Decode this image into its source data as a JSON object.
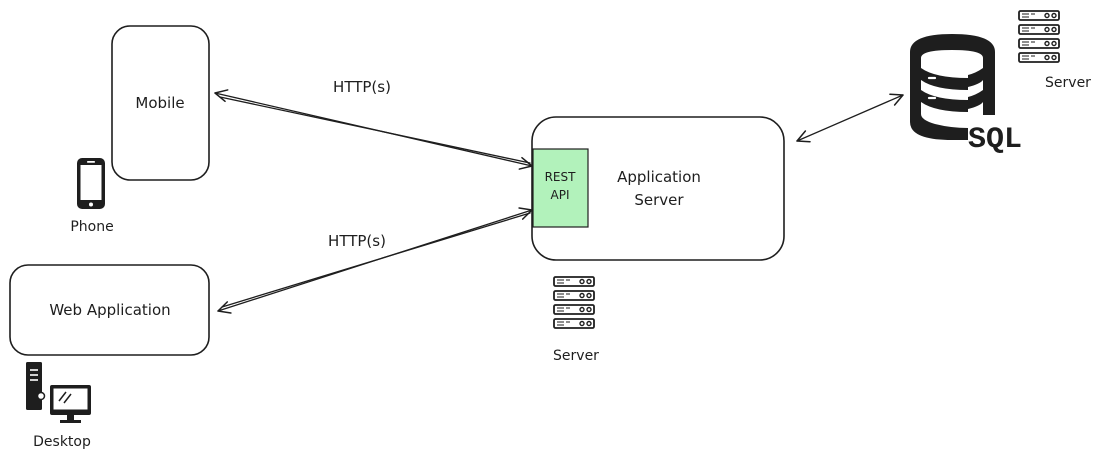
{
  "nodes": {
    "mobile": {
      "label": "Mobile",
      "device_label": "Phone",
      "device_icon": "phone-icon"
    },
    "web_app": {
      "label": "Web Application",
      "device_label": "Desktop",
      "device_icon": "desktop-icon"
    },
    "app_server": {
      "label_line1": "Application",
      "label_line2": "Server",
      "rest_api_line1": "REST",
      "rest_api_line2": "API",
      "server_label": "Server",
      "server_icon": "server-rack-icon"
    },
    "database": {
      "label": "SQL",
      "server_label": "Server",
      "icon": "database-icon",
      "server_icon": "server-rack-icon"
    }
  },
  "edges": {
    "mobile_to_api": {
      "label": "HTTP(s)"
    },
    "web_to_api": {
      "label": "HTTP(s)"
    }
  },
  "colors": {
    "stroke": "#1e1e1e",
    "rest_api_fill": "#b2f2bb"
  }
}
